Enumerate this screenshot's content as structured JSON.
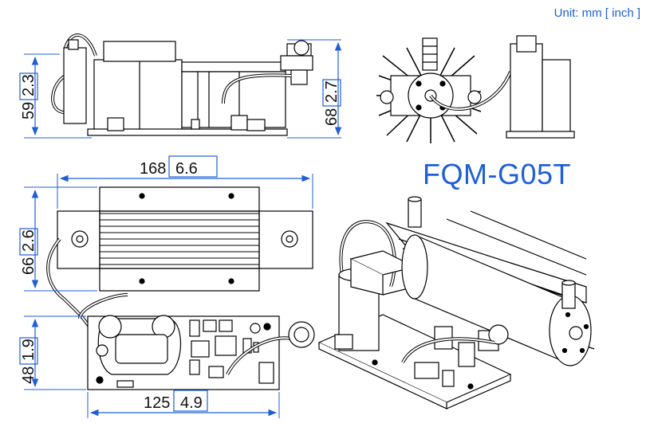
{
  "unit_label": "Unit: mm [ inch ]",
  "model": "FQM-G05T",
  "colors": {
    "accent": "#1f5fd6",
    "line": "#000000"
  },
  "dimensions": {
    "side_height_left": {
      "mm": "59",
      "inch": "2.3"
    },
    "side_height_right": {
      "mm": "68",
      "inch": "2.7"
    },
    "top_width": {
      "mm": "168",
      "inch": "6.6"
    },
    "top_height": {
      "mm": "66",
      "inch": "2.6"
    },
    "pcb_height": {
      "mm": "48",
      "inch": "1.9"
    },
    "pcb_width": {
      "mm": "125",
      "inch": "4.9"
    }
  }
}
